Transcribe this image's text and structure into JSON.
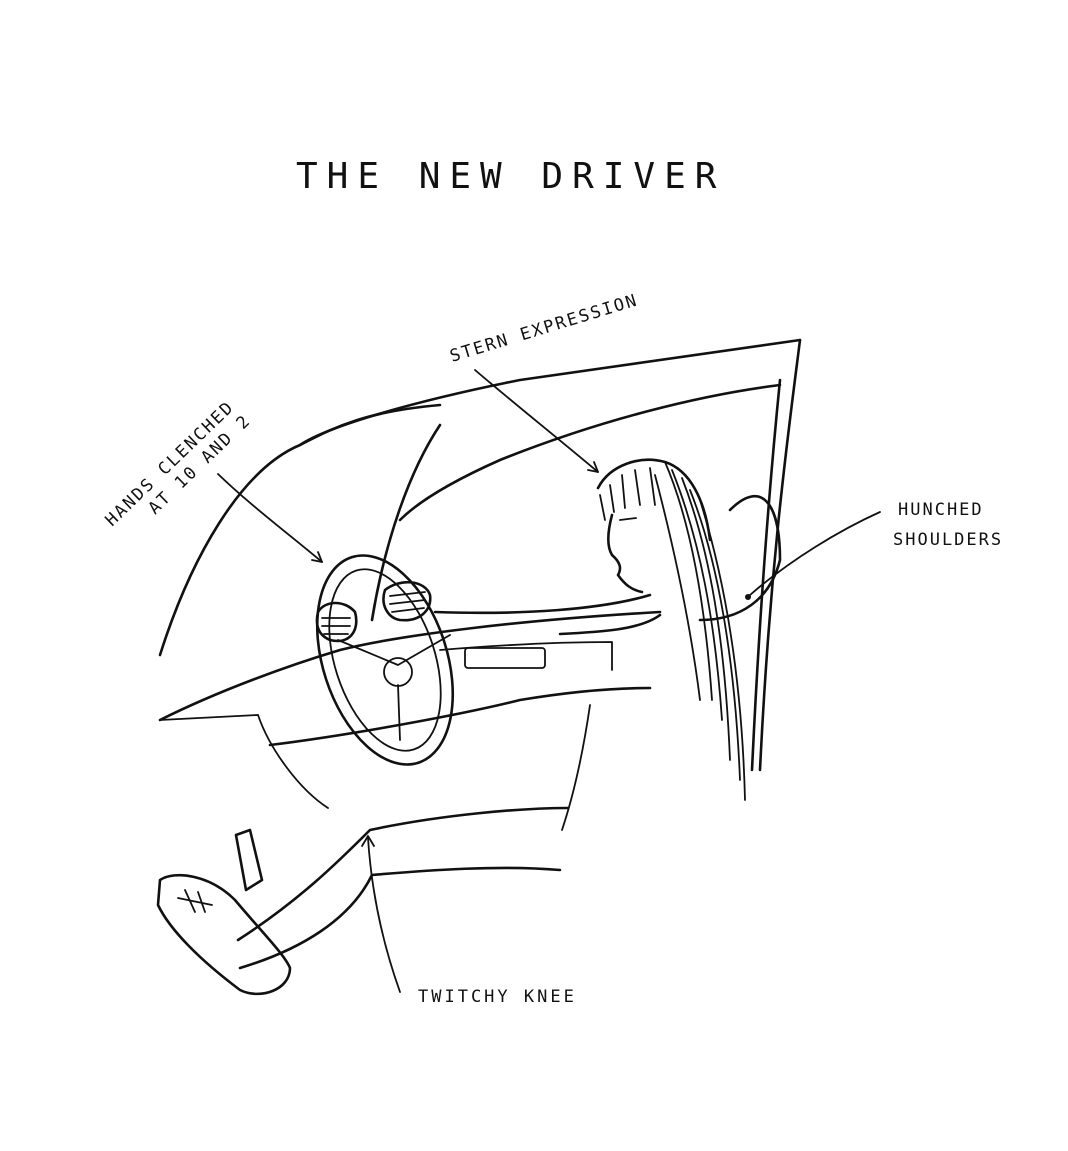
{
  "title": "THE NEW DRIVER",
  "annotations": {
    "hands": [
      "HANDS CLENCHED",
      "AT 10 AND 2"
    ],
    "stern": "STERN EXPRESSION",
    "shoulders": [
      "HUNCHED",
      "SHOULDERS"
    ],
    "knee": "TWITCHY KNEE"
  },
  "colors": {
    "ink": "#111111",
    "paper": "#ffffff"
  }
}
